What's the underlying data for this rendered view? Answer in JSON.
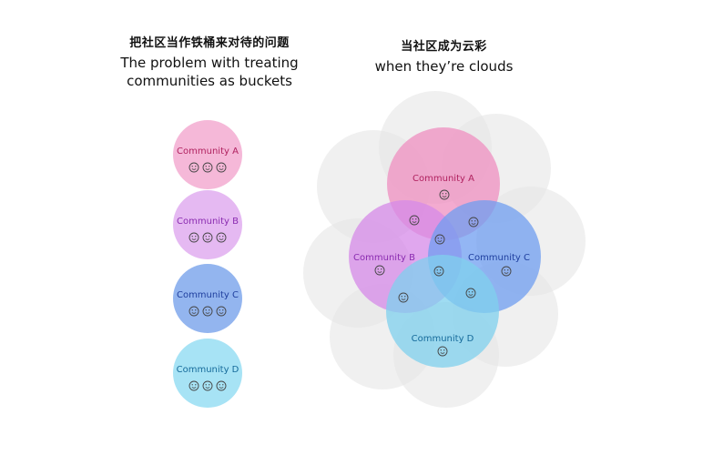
{
  "left_panel": {
    "title_zh": "把社区当作铁桶来对待的问题",
    "title_en_line1": "The problem with treating",
    "title_en_line2": "communities as buckets",
    "buckets": [
      {
        "label": "Community A",
        "fill": "#f5b8d8",
        "text_color": "#b0215f",
        "faces": 3
      },
      {
        "label": "Community B",
        "fill": "#e5b9f2",
        "text_color": "#8a2bb0",
        "faces": 3
      },
      {
        "label": "Community C",
        "fill": "#93b5ef",
        "text_color": "#1f3f9e",
        "faces": 3
      },
      {
        "label": "Community D",
        "fill": "#a7e3f5",
        "text_color": "#156a9a",
        "faces": 3
      }
    ]
  },
  "right_panel": {
    "title_zh": "当社区成为云彩",
    "title_en": "when they’re clouds",
    "background_cloud_color": "#e6e6e6",
    "communities": [
      {
        "label": "Community A",
        "fill": "#ef8fc0",
        "text_color": "#b0215f"
      },
      {
        "label": "Community B",
        "fill": "#d68ae8",
        "text_color": "#8a2bb0"
      },
      {
        "label": "Community C",
        "fill": "#6f9ef0",
        "text_color": "#1f3f9e"
      },
      {
        "label": "Community D",
        "fill": "#7fd0ee",
        "text_color": "#156a9a"
      }
    ]
  }
}
